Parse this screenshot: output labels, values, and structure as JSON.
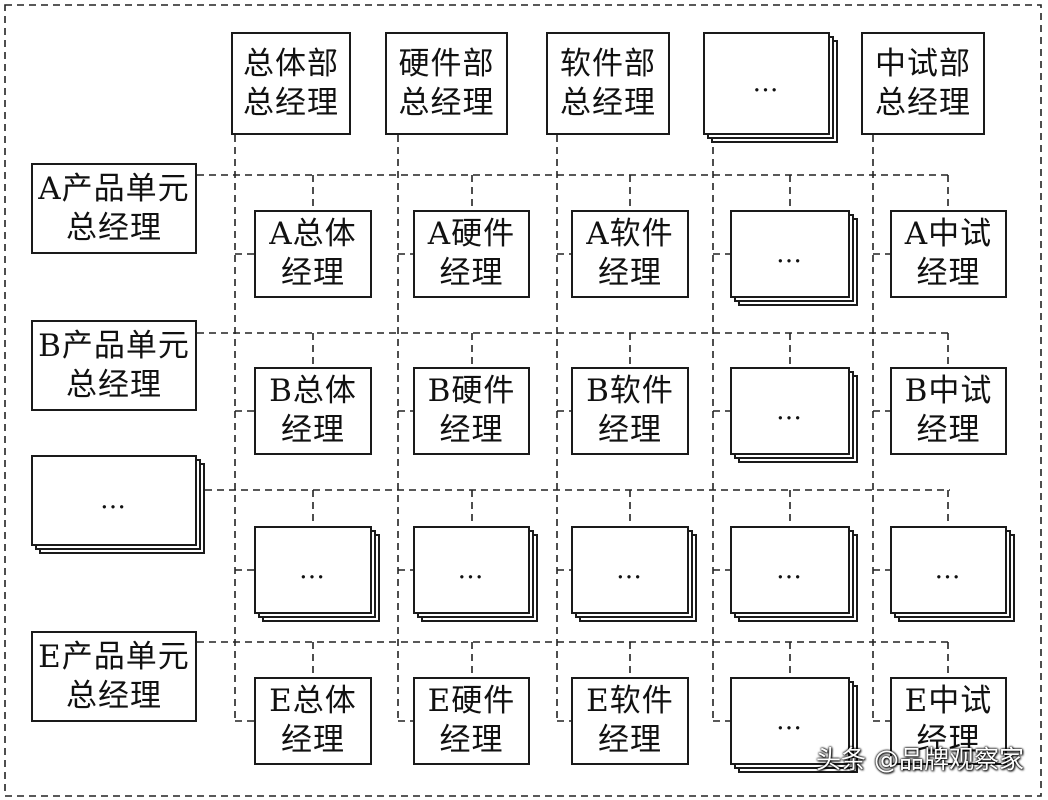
{
  "departments": [
    {
      "key": "overall",
      "line1": "总体部",
      "line2": "总经理"
    },
    {
      "key": "hardware",
      "line1": "硬件部",
      "line2": "总经理"
    },
    {
      "key": "software",
      "line1": "软件部",
      "line2": "总经理"
    },
    {
      "key": "more",
      "ellipsis": "…"
    },
    {
      "key": "pilot",
      "line1": "中试部",
      "line2": "总经理"
    }
  ],
  "units": [
    {
      "key": "a",
      "line1": "A产品单元",
      "line2": "总经理",
      "cells": [
        {
          "line1": "A总体",
          "line2": "经理"
        },
        {
          "line1": "A硬件",
          "line2": "经理"
        },
        {
          "line1": "A软件",
          "line2": "经理"
        },
        {
          "ellipsis": "…"
        },
        {
          "line1": "A中试",
          "line2": "经理"
        }
      ]
    },
    {
      "key": "b",
      "line1": "B产品单元",
      "line2": "总经理",
      "cells": [
        {
          "line1": "B总体",
          "line2": "经理"
        },
        {
          "line1": "B硬件",
          "line2": "经理"
        },
        {
          "line1": "B软件",
          "line2": "经理"
        },
        {
          "ellipsis": "…"
        },
        {
          "line1": "B中试",
          "line2": "经理"
        }
      ]
    },
    {
      "key": "more",
      "ellipsis": "…",
      "cells": [
        {
          "ellipsis": "…"
        },
        {
          "ellipsis": "…"
        },
        {
          "ellipsis": "…"
        },
        {
          "ellipsis": "…"
        },
        {
          "ellipsis": "…"
        }
      ]
    },
    {
      "key": "e",
      "line1": "E产品单元",
      "line2": "总经理",
      "cells": [
        {
          "line1": "E总体",
          "line2": "经理"
        },
        {
          "line1": "E硬件",
          "line2": "经理"
        },
        {
          "line1": "E软件",
          "line2": "经理"
        },
        {
          "ellipsis": "…"
        },
        {
          "line1": "E中试",
          "line2": "经理"
        }
      ]
    }
  ],
  "watermark": "头条 @品牌观察家"
}
